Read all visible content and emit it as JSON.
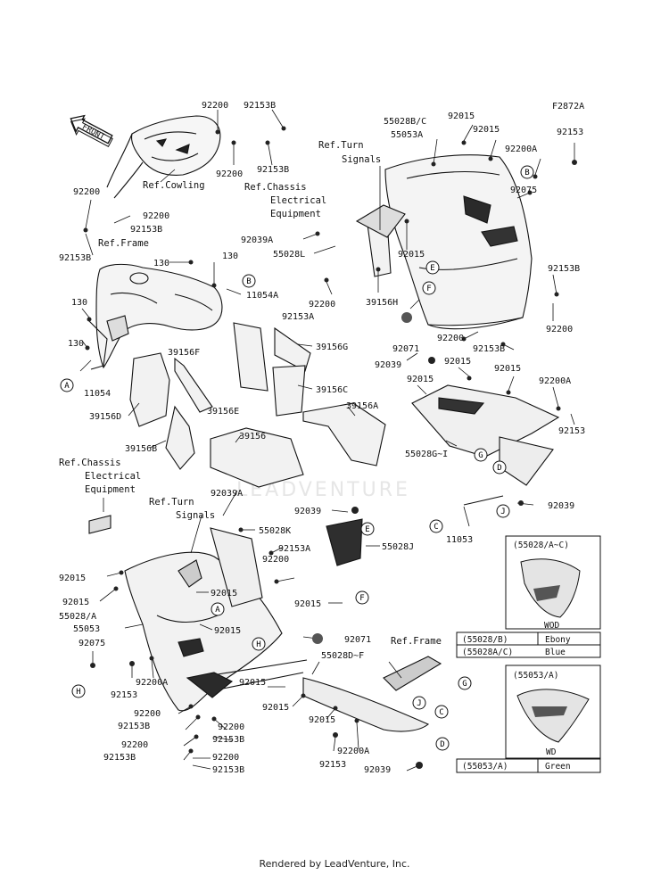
{
  "diagram_code": "F2872A",
  "front_label": "FRONT",
  "footer": "Rendered by LeadVenture, Inc.",
  "watermark": "LEADVENTURE",
  "refs": {
    "cowling": "Ref.Cowling",
    "frame_top": "Ref.Frame",
    "chassis_top_1": "Ref.Chassis",
    "chassis_top_2": "Electrical",
    "chassis_top_3": "Equipment",
    "turn_top_1": "Ref.Turn",
    "turn_top_2": "Signals",
    "chassis_left_1": "Ref.Chassis",
    "chassis_left_2": "Electrical",
    "chassis_left_3": "Equipment",
    "turn_left_1": "Ref.Turn",
    "turn_left_2": "Signals",
    "frame_bottom": "Ref.Frame"
  },
  "parts": {
    "p92200_top": "92200",
    "p92153B_top": "92153B",
    "p92200_b": "92200",
    "p92153B_b": "92153B",
    "p92200_l1": "92200",
    "p92200_l2": "92200",
    "p92153B_l1": "92153B",
    "p92153B_l2": "92153B",
    "p130_a": "130",
    "p130_b": "130",
    "p130_c": "130",
    "p130_d": "130",
    "p11054A": "11054A",
    "p11054": "11054",
    "p39156F": "39156F",
    "p39156D": "39156D",
    "p39156B": "39156B",
    "p39156": "39156",
    "p39156E": "39156E",
    "p39156G": "39156G",
    "p39156C": "39156C",
    "p39156A": "39156A",
    "p39156H": "39156H",
    "p92039A_t": "92039A",
    "p55028L": "55028L",
    "p92200_m": "92200",
    "p92153A_m": "92153A",
    "p55028BC": "55028B/C",
    "p55053A": "55053A",
    "p92015_t1": "92015",
    "p92015_t2": "92015",
    "p92153_tr": "92153",
    "p92200A_tr": "92200A",
    "p92075_tr": "92075",
    "p92015_m": "92015",
    "p92153B_r": "92153B",
    "p92200_r": "92200",
    "p92071_t": "92071",
    "p92039_m": "92039",
    "p92200_r2": "92200",
    "p92153B_r2": "92153B",
    "p92015_r1": "92015",
    "p92015_r2": "92015",
    "p92015_r3": "92015",
    "p92200A_r": "92200A",
    "p92153_r": "92153",
    "p55028GI": "55028G~I",
    "p92039_r": "92039",
    "p11053": "11053",
    "p92039A_b": "92039A",
    "p55028K": "55028K",
    "p92039_b": "92039",
    "p92153A_b": "92153A",
    "p55028J": "55028J",
    "p92200_b2": "92200",
    "p92015_l1": "92015",
    "p92015_l2": "92015",
    "p92015_l3": "92015",
    "p92015_l4": "92015",
    "p55028A": "55028/A",
    "p55053": "55053",
    "p92015_c": "92015",
    "p92075_l": "92075",
    "p92153_l": "92153",
    "p92200A_l": "92200A",
    "p92071_b": "92071",
    "p92015_bc": "92015",
    "p55028DF": "55028D~F",
    "p92015_b1": "92015",
    "p92015_b2": "92015",
    "p92200_bl1": "92200",
    "p92153B_bl1": "92153B",
    "p92200_bl2": "92200",
    "p92153B_bl2": "92153B",
    "p92200_bl3": "92200",
    "p92153B_bl3": "92153B",
    "p92200_bl4": "92200",
    "p92153B_bl4": "92153B",
    "p92153_b": "92153",
    "p92200A_b": "92200A",
    "p92039_bb": "92039"
  },
  "callouts": [
    "A",
    "B",
    "C",
    "D",
    "E",
    "F",
    "G",
    "H",
    "J"
  ],
  "inset_top": {
    "title": "(55028/A~C)",
    "caption": "WOD",
    "rows": [
      {
        "part": "(55028/B)",
        "color": "Ebony"
      },
      {
        "part": "(55028A/C)",
        "color": "Blue"
      }
    ]
  },
  "inset_bottom": {
    "title": "(55053/A)",
    "caption": "WD",
    "rows": [
      {
        "part": "(55053/A)",
        "color": "Green"
      }
    ]
  }
}
